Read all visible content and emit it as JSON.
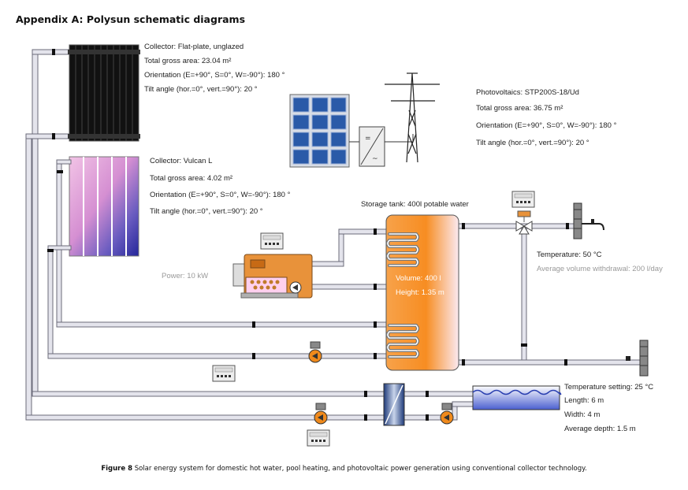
{
  "title": "Appendix A: Polysun schematic diagrams",
  "collector_flat": {
    "name": "Collector: Flat-plate, unglazed",
    "area": "Total gross area: 23.04 m²",
    "orientation": "Orientation (E=+90°, S=0°, W=-90°): 180 °",
    "tilt": "Tilt angle (hor.=0°, vert.=90°): 20 °"
  },
  "photovoltaics": {
    "name": "Photovoltaics: STP200S-18/Ud",
    "area": "Total gross area: 36.75 m²",
    "orientation": "Orientation (E=+90°, S=0°, W=-90°): 180 °",
    "tilt": "Tilt angle (hor.=0°, vert.=90°): 20 °"
  },
  "collector_vulcan": {
    "name": "Collector: Vulcan L",
    "area": "Total gross area: 4.02 m²",
    "orientation": "Orientation (E=+90°, S=0°, W=-90°): 180 °",
    "tilt": "Tilt angle (hor.=0°, vert.=90°): 20 °"
  },
  "storage_tank": {
    "name": "Storage tank: 400l potable water",
    "volume": "Volume: 400 l",
    "height": "Height: 1.35 m"
  },
  "boiler": {
    "power": "Power: 10 kW"
  },
  "hot_water": {
    "temperature": "Temperature: 50 °C",
    "withdrawal": "Average volume withdrawal: 200 l/day"
  },
  "pool": {
    "temperature": "Temperature setting: 25 °C",
    "length": "Length: 6 m",
    "width": "Width: 4 m",
    "depth": "Average depth: 1.5 m"
  },
  "caption": {
    "label": "Figure 8",
    "text": " Solar energy system for domestic hot water, pool heating, and photovoltaic power generation using conventional collector technology."
  },
  "colors": {
    "pipe": "#e4e4ec",
    "pipe_outline": "#6b6b7a",
    "tank_orange": "#f79a32",
    "boiler_orange": "#e8923a",
    "pump_orange": "#f08a1c",
    "pv_blue": "#2a5aa8",
    "pool_blue": "#5a6fd8"
  }
}
